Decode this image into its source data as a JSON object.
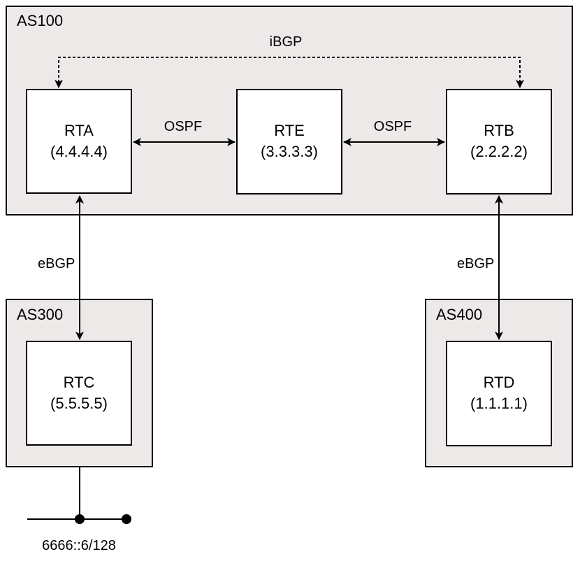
{
  "as_blocks": {
    "as100": {
      "label": "AS100"
    },
    "as300": {
      "label": "AS300"
    },
    "as400": {
      "label": "AS400"
    }
  },
  "routers": {
    "rta": {
      "name": "RTA",
      "id": "(4.4.4.4)"
    },
    "rte": {
      "name": "RTE",
      "id": "(3.3.3.3)"
    },
    "rtb": {
      "name": "RTB",
      "id": "(2.2.2.2)"
    },
    "rtc": {
      "name": "RTC",
      "id": "(5.5.5.5)"
    },
    "rtd": {
      "name": "RTD",
      "id": "(1.1.1.1)"
    }
  },
  "links": {
    "ibgp": "iBGP",
    "ospf_left": "OSPF",
    "ospf_right": "OSPF",
    "ebgp_left": "eBGP",
    "ebgp_right": "eBGP"
  },
  "network": {
    "prefix": "6666::6/128"
  }
}
